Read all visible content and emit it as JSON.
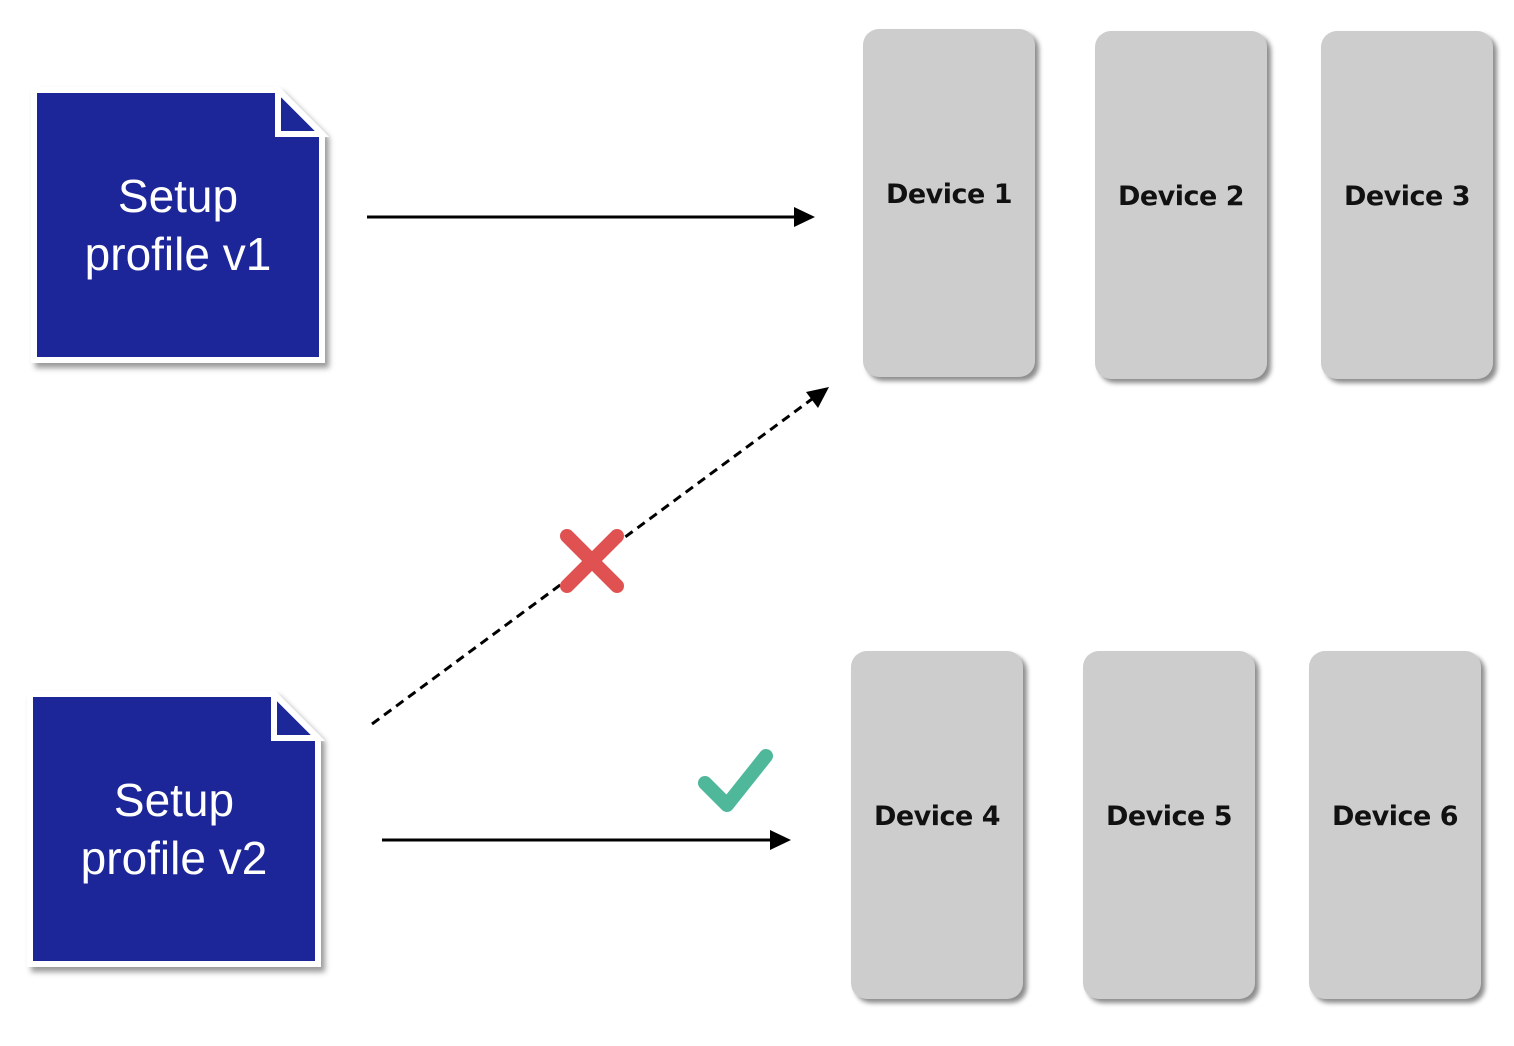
{
  "profiles": [
    {
      "line1": "Setup",
      "line2": "profile v1"
    },
    {
      "line1": "Setup",
      "line2": "profile v2"
    }
  ],
  "devices": [
    {
      "label": "Device 1"
    },
    {
      "label": "Device 2"
    },
    {
      "label": "Device 3"
    },
    {
      "label": "Device 4"
    },
    {
      "label": "Device 5"
    },
    {
      "label": "Device 6"
    }
  ],
  "colors": {
    "profile_fill": "#1c2898",
    "device_fill": "#cdcdcd",
    "arrow": "#000000",
    "cross": "#e05252",
    "check": "#4fb89a"
  },
  "icons": {
    "reject": "cross-icon",
    "accept": "check-icon"
  }
}
